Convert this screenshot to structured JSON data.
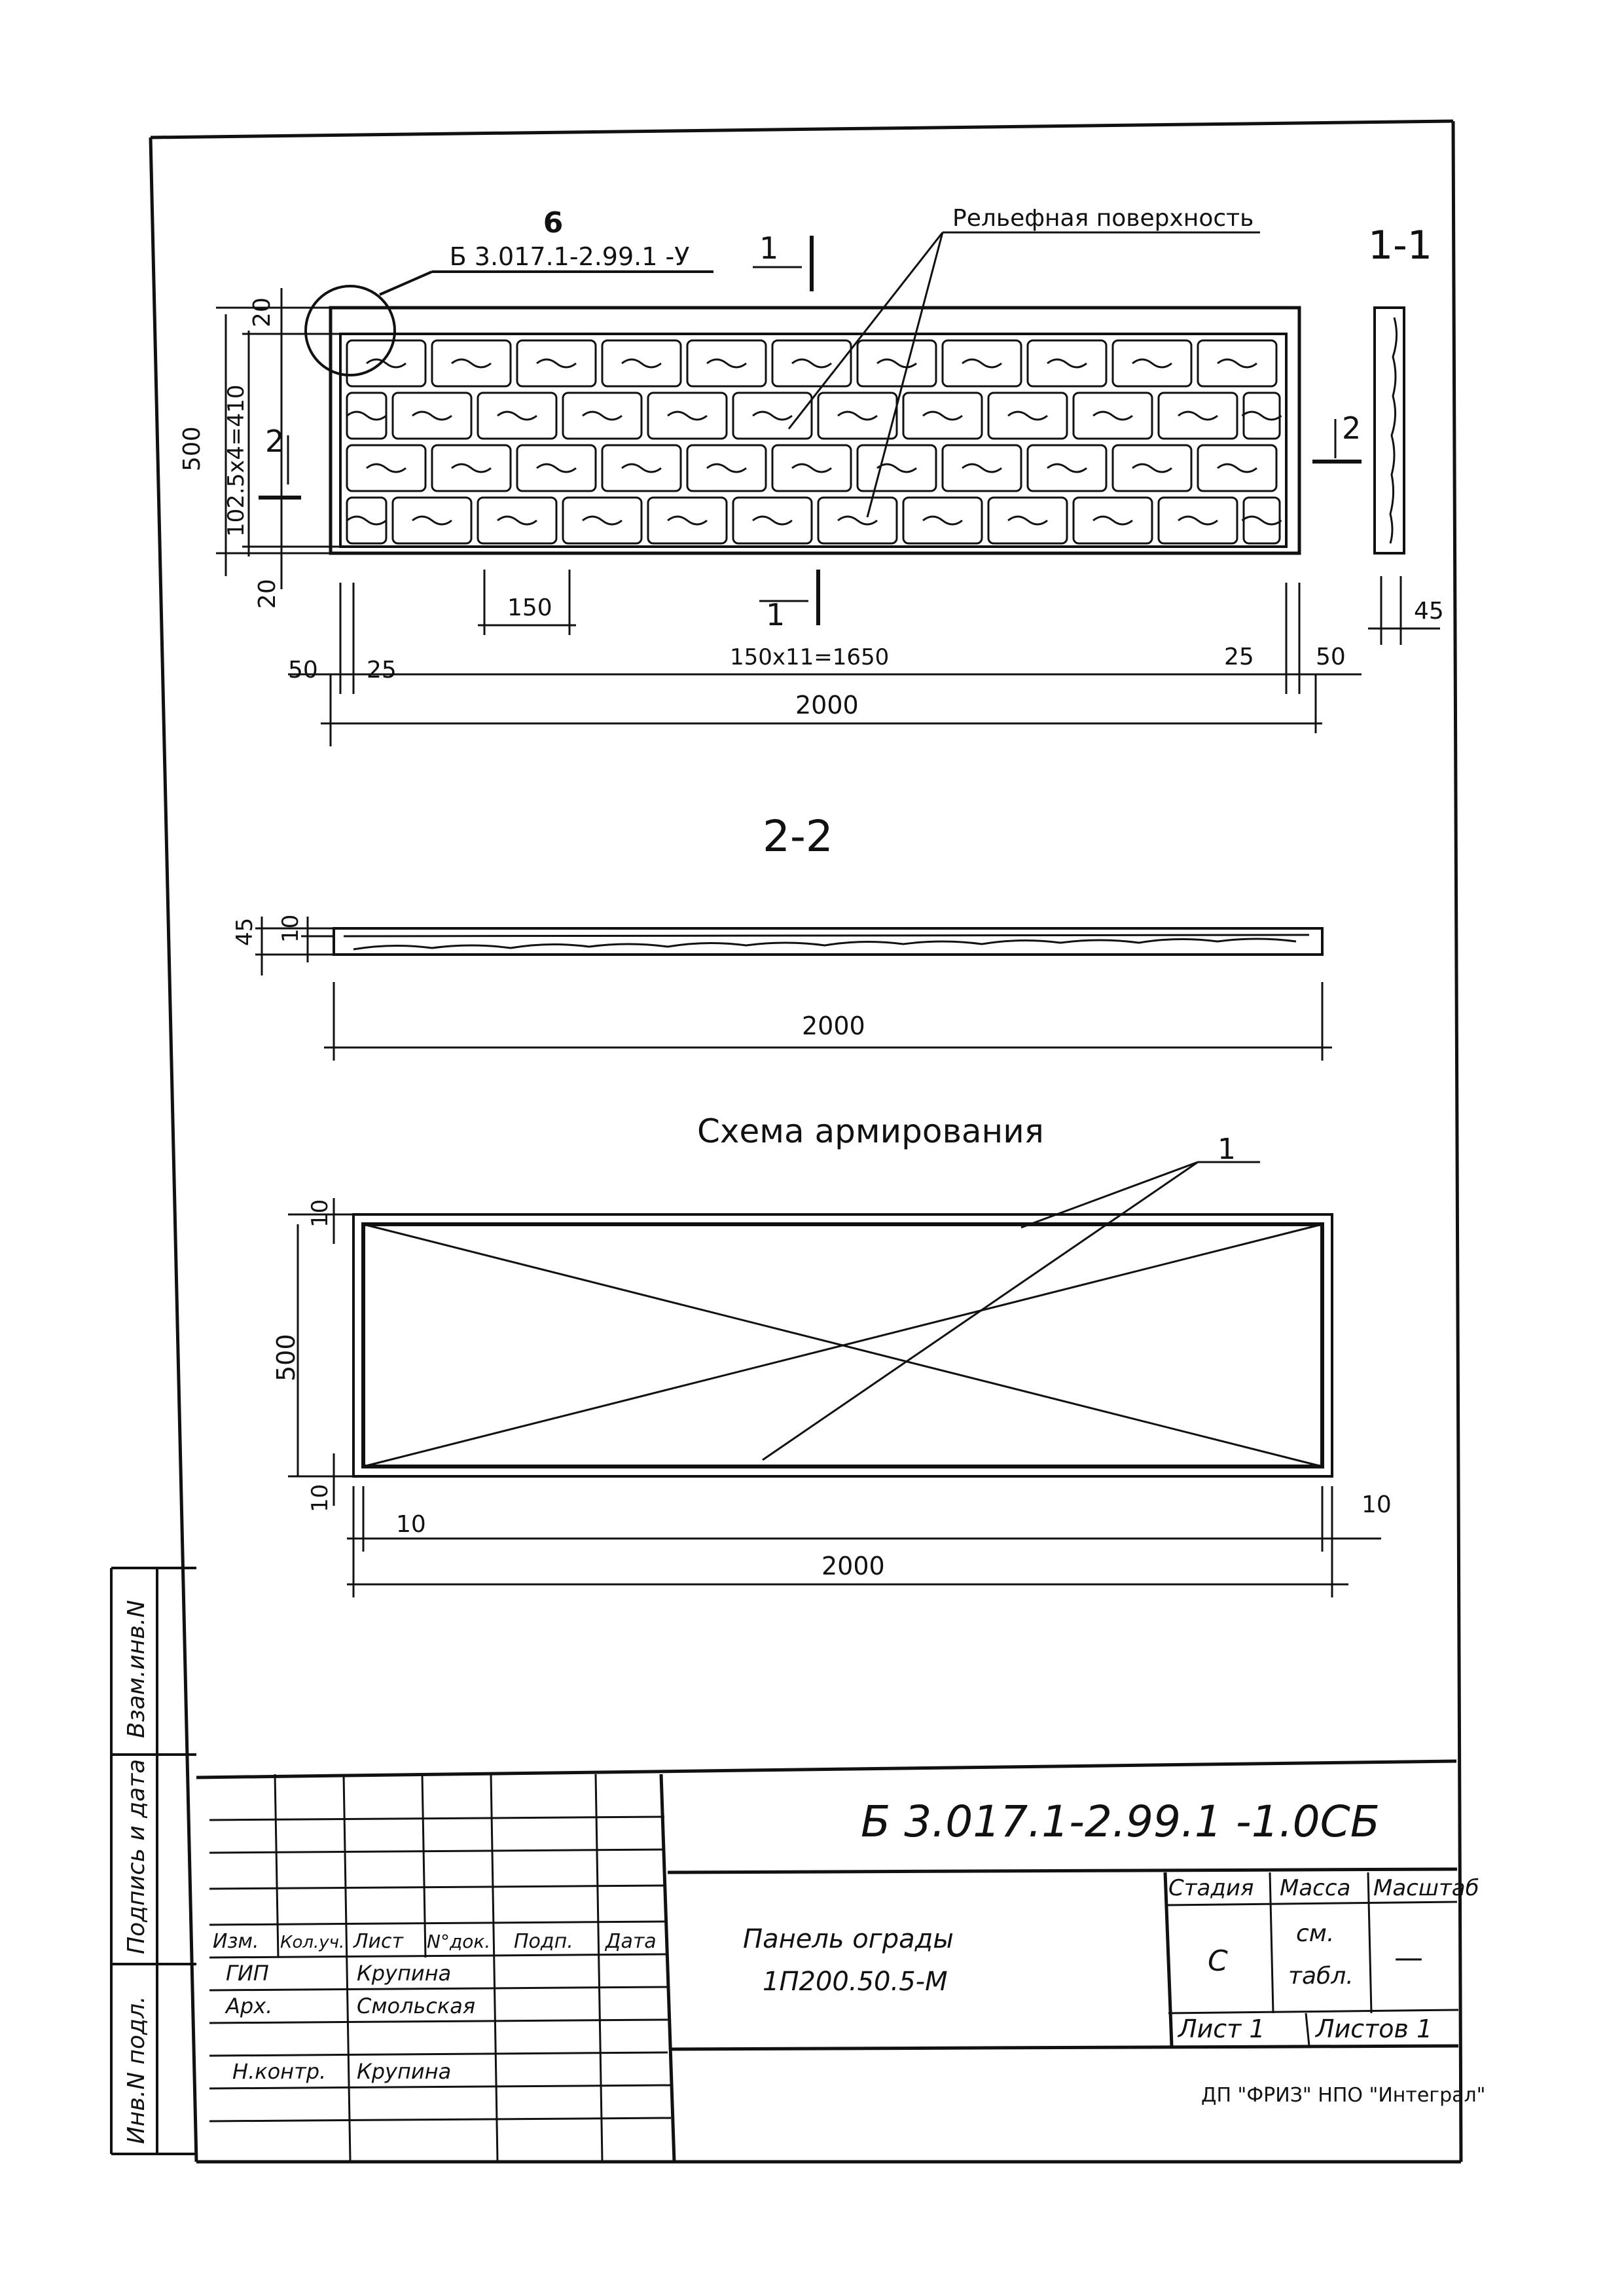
{
  "elevation": {
    "detail_ref_number": "6",
    "detail_ref_doc": "Б 3.017.1-2.99.1 -У",
    "relief_callout": "Рельефная поверхность",
    "section_1_tag": "1",
    "section_2_tag": "2",
    "dims": {
      "d20_top": "20",
      "d20_bottom": "20",
      "d500": "500",
      "d410": "102.5x4=410",
      "d150": "150",
      "d1650": "150x11=1650",
      "d50_left": "50",
      "d25_left": "25",
      "d25_right": "25",
      "d50_right": "50",
      "d2000": "2000"
    }
  },
  "section_1_1": {
    "title": "1-1",
    "dim_thickness": "45"
  },
  "section_2_2": {
    "title": "2-2",
    "dim45": "45",
    "dim10": "10",
    "dim2000": "2000"
  },
  "reinforcement": {
    "title": "Схема армирования",
    "callout": "1",
    "dim10_top": "10",
    "dim500": "500",
    "dim10_bottom": "10",
    "dim10_left": "10",
    "dim10_right": "10",
    "dim2000": "2000"
  },
  "side_stamp": {
    "vzam": "Взам.инв.N",
    "podpis": "Подпись и дата",
    "inv": "Инв.N подл."
  },
  "title_block": {
    "doc_code": "Б 3.017.1-2.99.1 -1.0СБ",
    "name_line1": "Панель ограды",
    "name_line2": "1П200.50.5-М",
    "headers": {
      "izm": "Изм.",
      "kol": "Кол.уч.",
      "list": "Лист",
      "ndok": "N°док.",
      "podp": "Подп.",
      "data": "Дата"
    },
    "roles": [
      {
        "role": "ГИП",
        "name": "Крупина"
      },
      {
        "role": "Арх.",
        "name": "Смольская"
      },
      {
        "role": "Н.контр.",
        "name": "Крупина"
      }
    ],
    "stage_label": "Стадия",
    "mass_label": "Масса",
    "scale_label": "Масштаб",
    "stage_value": "С",
    "mass_value_1": "см.",
    "mass_value_2": "табл.",
    "scale_value": "—",
    "sheet": "Лист 1",
    "sheets": "Листов 1",
    "org": "ДП \"ФРИЗ\" НПО \"Интеграл\""
  }
}
